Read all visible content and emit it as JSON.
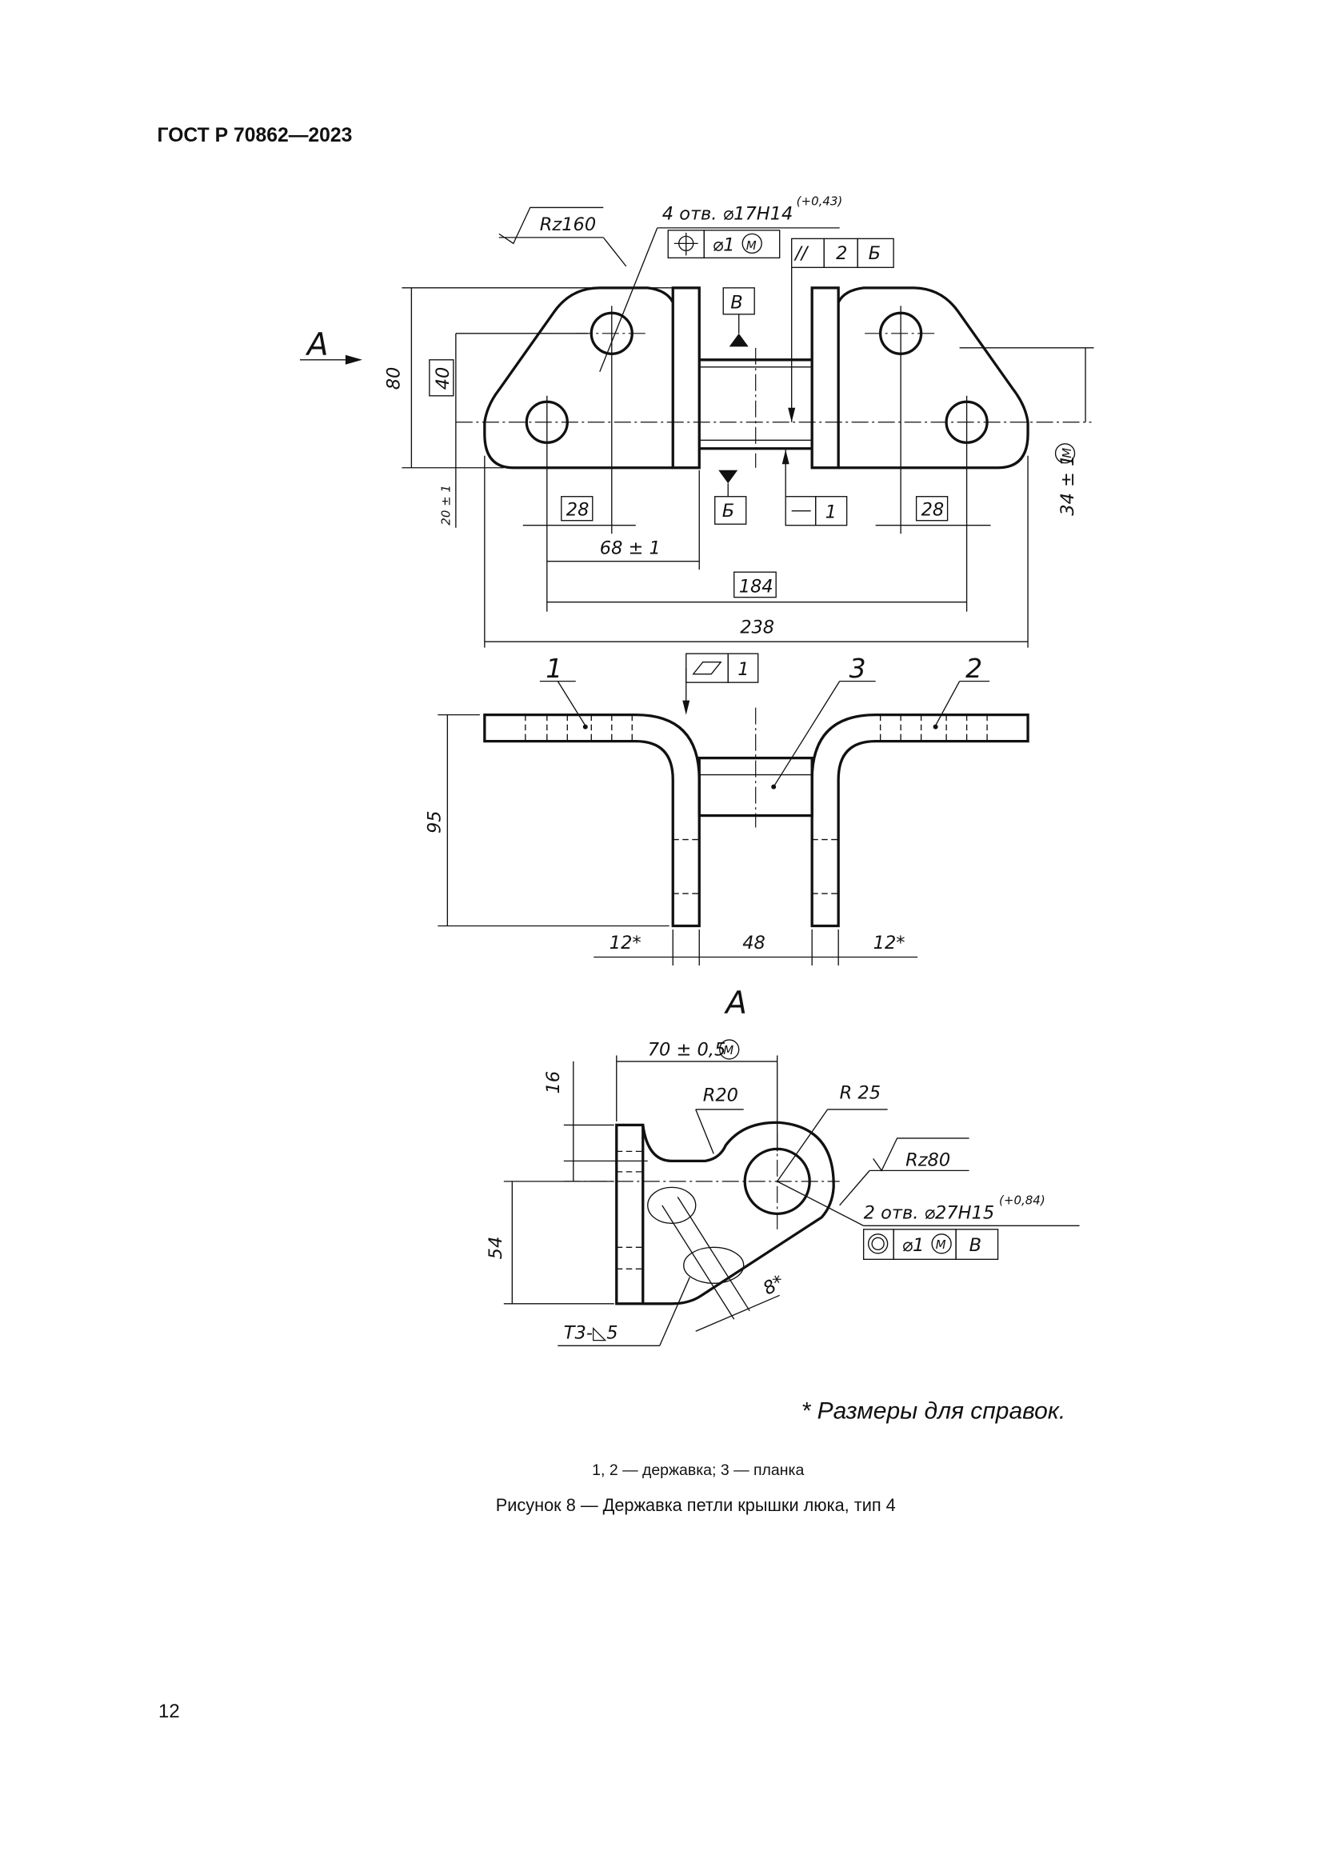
{
  "header": {
    "standard": "ГОСТ Р 70862—2023"
  },
  "plan_view": {
    "view_label": "А",
    "roughness": "Rz160",
    "holes_note": "4 отв. ⌀17Н14",
    "holes_tolerance": "(+0,43)",
    "position_tol": {
      "symbol": "⌖",
      "value": "⌀1",
      "modifier": "M"
    },
    "parallel_tol": {
      "symbol": "//",
      "value": "2",
      "datum": "Б"
    },
    "datum_v": "В",
    "datum_b": "Б",
    "straightness_tol": {
      "symbol": "—",
      "value": "1"
    },
    "dims": {
      "d80": "80",
      "d40": "40",
      "d20": "20 ± 1",
      "d28_left": "28",
      "d28_right": "28",
      "d68": "68 ± 1",
      "d184": "184",
      "d238": "238",
      "d34": "34 ± 1",
      "d34_mod": "M"
    }
  },
  "front_view": {
    "flatness_tol": {
      "symbol": "▱",
      "value": "1"
    },
    "callouts": [
      "1",
      "3",
      "2"
    ],
    "dims": {
      "d95": "95",
      "d12_left": "12*",
      "d48": "48",
      "d12_right": "12*"
    }
  },
  "view_a": {
    "title": "А",
    "dims": {
      "d70": "70 ± 0,5",
      "d70_mod": "M",
      "d16": "16",
      "d54": "54",
      "r20": "R20",
      "r25": "R 25",
      "d8": "8*"
    },
    "roughness": "Rz80",
    "holes_note": "2 отв. ⌀27Н15",
    "holes_tolerance": "(+0,84)",
    "concentricity_tol": {
      "symbol": "◎",
      "value": "⌀1",
      "modifier": "M",
      "datum": "В"
    },
    "weld": "Т3-◺5"
  },
  "notes": {
    "reference_dims": "* Размеры для справок."
  },
  "legend": "1, 2 — державка; 3 — планка",
  "caption": "Рисунок 8 — Державка петли крышки люка, тип 4",
  "page_number": "12"
}
